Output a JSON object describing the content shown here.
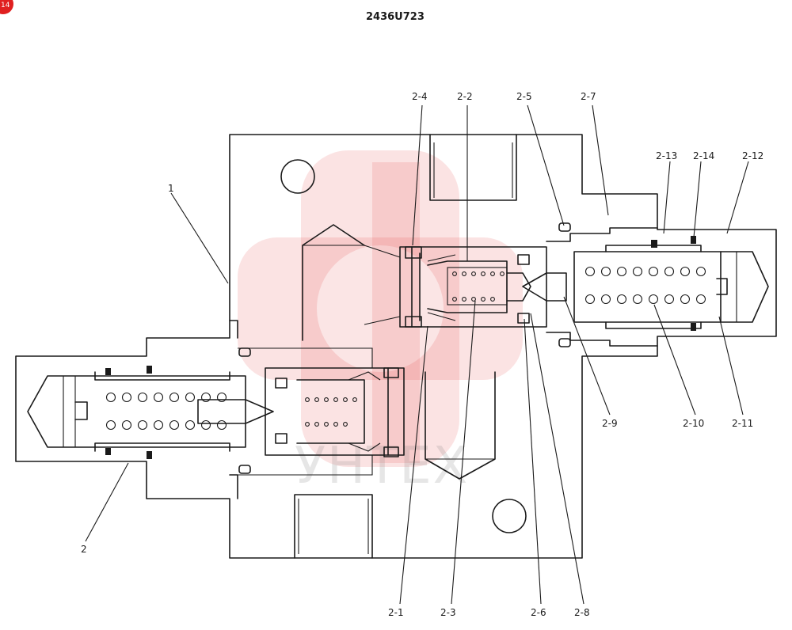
{
  "drawing": {
    "title": "2436U723",
    "badge": "14",
    "watermark_text": "УНТЕХ",
    "callouts": [
      "1",
      "2",
      "2-1",
      "2-2",
      "2-3",
      "2-4",
      "2-5",
      "2-6",
      "2-7",
      "2-8",
      "2-9",
      "2-10",
      "2-11",
      "2-12",
      "2-13",
      "2-14"
    ],
    "colors": {
      "line": "#1a1a1a",
      "watermark": "#e23b3b",
      "badge": "#e02020"
    }
  }
}
